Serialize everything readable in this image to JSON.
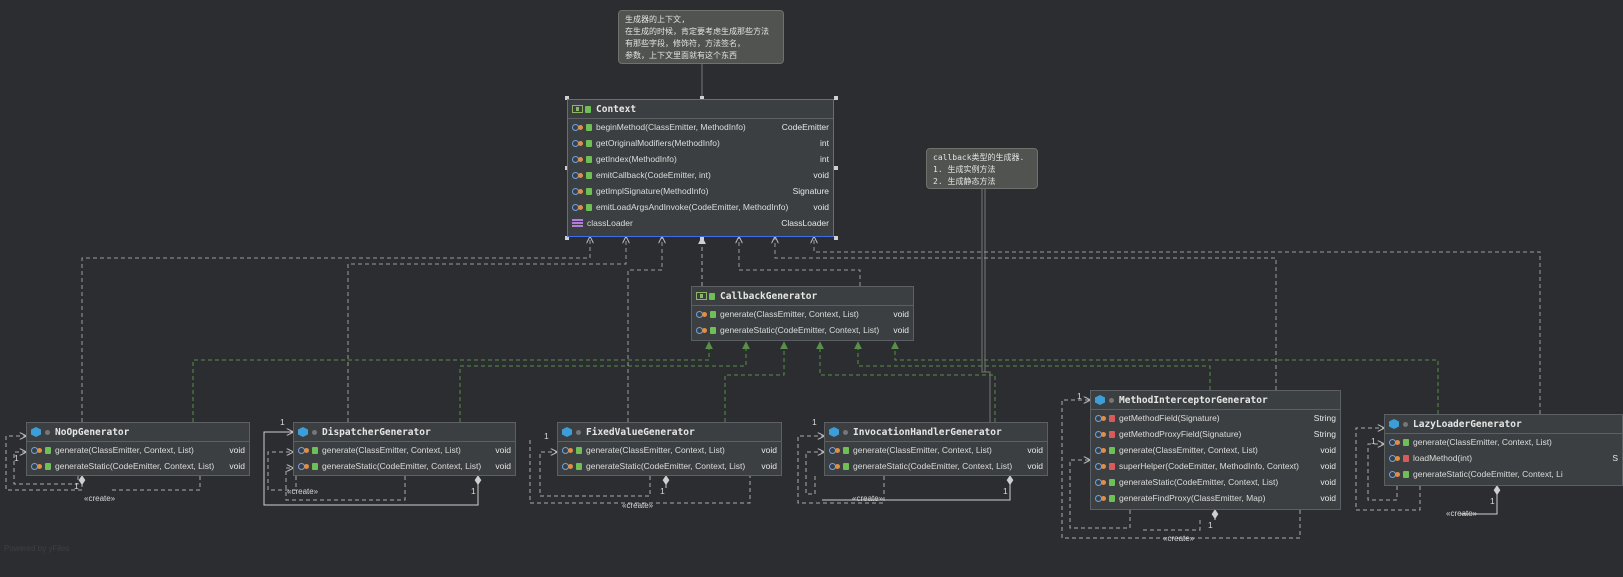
{
  "notes": [
    {
      "id": "note-context",
      "lines": [
        "生成器的上下文,",
        "在生成的时候，肯定要考虑生成那些方法",
        "有那些字段，修饰符，方法签名，",
        "参数，上下文里面就有这个东西"
      ]
    },
    {
      "id": "note-callback",
      "lines": [
        "callback类型的生成器.",
        "1. 生成实例方法",
        "2. 生成静态方法"
      ]
    }
  ],
  "classes": [
    {
      "id": "context",
      "name": "Context",
      "icon": "interface-icon",
      "members": [
        {
          "sig": "beginMethod(ClassEmitter, MethodInfo)",
          "ret": "CodeEmitter",
          "kind": "method",
          "lock": "public"
        },
        {
          "sig": "getOriginalModifiers(MethodInfo)",
          "ret": "int",
          "kind": "method",
          "lock": "public"
        },
        {
          "sig": "getIndex(MethodInfo)",
          "ret": "int",
          "kind": "method",
          "lock": "public"
        },
        {
          "sig": "emitCallback(CodeEmitter, int)",
          "ret": "void",
          "kind": "method",
          "lock": "public"
        },
        {
          "sig": "getImplSignature(MethodInfo)",
          "ret": "Signature",
          "kind": "method",
          "lock": "public"
        },
        {
          "sig": "emitLoadArgsAndInvoke(CodeEmitter, MethodInfo)",
          "ret": "void",
          "kind": "method",
          "lock": "public"
        },
        {
          "sig": "classLoader",
          "ret": "ClassLoader",
          "kind": "field",
          "lock": "none"
        }
      ]
    },
    {
      "id": "callback-generator",
      "name": "CallbackGenerator",
      "icon": "interface-icon",
      "members": [
        {
          "sig": "generate(ClassEmitter, Context, List)",
          "ret": "void",
          "kind": "method",
          "lock": "public"
        },
        {
          "sig": "generateStatic(CodeEmitter, Context, List)",
          "ret": "void",
          "kind": "method",
          "lock": "public"
        }
      ]
    },
    {
      "id": "noop-generator",
      "name": "NoOpGenerator",
      "icon": "class-icon",
      "members": [
        {
          "sig": "generate(ClassEmitter, Context, List)",
          "ret": "void",
          "kind": "method",
          "lock": "public"
        },
        {
          "sig": "generateStatic(CodeEmitter, Context, List)",
          "ret": "void",
          "kind": "method",
          "lock": "public"
        }
      ]
    },
    {
      "id": "dispatcher-generator",
      "name": "DispatcherGenerator",
      "icon": "class-icon",
      "members": [
        {
          "sig": "generate(ClassEmitter, Context, List)",
          "ret": "void",
          "kind": "method",
          "lock": "public"
        },
        {
          "sig": "generateStatic(CodeEmitter, Context, List)",
          "ret": "void",
          "kind": "method",
          "lock": "public"
        }
      ]
    },
    {
      "id": "fixedvalue-generator",
      "name": "FixedValueGenerator",
      "icon": "class-icon",
      "members": [
        {
          "sig": "generate(ClassEmitter, Context, List)",
          "ret": "void",
          "kind": "method",
          "lock": "public"
        },
        {
          "sig": "generateStatic(CodeEmitter, Context, List)",
          "ret": "void",
          "kind": "method",
          "lock": "public"
        }
      ]
    },
    {
      "id": "invocationhandler-generator",
      "name": "InvocationHandlerGenerator",
      "icon": "class-icon",
      "members": [
        {
          "sig": "generate(ClassEmitter, Context, List)",
          "ret": "void",
          "kind": "method",
          "lock": "public"
        },
        {
          "sig": "generateStatic(CodeEmitter, Context, List)",
          "ret": "void",
          "kind": "method",
          "lock": "public"
        }
      ]
    },
    {
      "id": "methodinterceptor-generator",
      "name": "MethodInterceptorGenerator",
      "icon": "class-icon",
      "members": [
        {
          "sig": "getMethodField(Signature)",
          "ret": "String",
          "kind": "method",
          "lock": "private"
        },
        {
          "sig": "getMethodProxyField(Signature)",
          "ret": "String",
          "kind": "method",
          "lock": "private"
        },
        {
          "sig": "generate(ClassEmitter, Context, List)",
          "ret": "void",
          "kind": "method",
          "lock": "public"
        },
        {
          "sig": "superHelper(CodeEmitter, MethodInfo, Context)",
          "ret": "void",
          "kind": "method",
          "lock": "private"
        },
        {
          "sig": "generateStatic(CodeEmitter, Context, List)",
          "ret": "void",
          "kind": "method",
          "lock": "public"
        },
        {
          "sig": "generateFindProxy(ClassEmitter, Map)",
          "ret": "void",
          "kind": "method",
          "lock": "public"
        }
      ]
    },
    {
      "id": "lazyloader-generator",
      "name": "LazyLoaderGenerator",
      "icon": "class-icon",
      "members": [
        {
          "sig": "generate(ClassEmitter, Context, List)",
          "ret": "",
          "kind": "method",
          "lock": "public"
        },
        {
          "sig": "loadMethod(int)",
          "ret": "S",
          "kind": "method",
          "lock": "private"
        },
        {
          "sig": "generateStatic(CodeEmitter, Context, Li",
          "ret": "",
          "kind": "method",
          "lock": "public"
        }
      ]
    }
  ],
  "labels": {
    "create": "«create»",
    "one": "1"
  },
  "watermark": "Powered by yFiles"
}
